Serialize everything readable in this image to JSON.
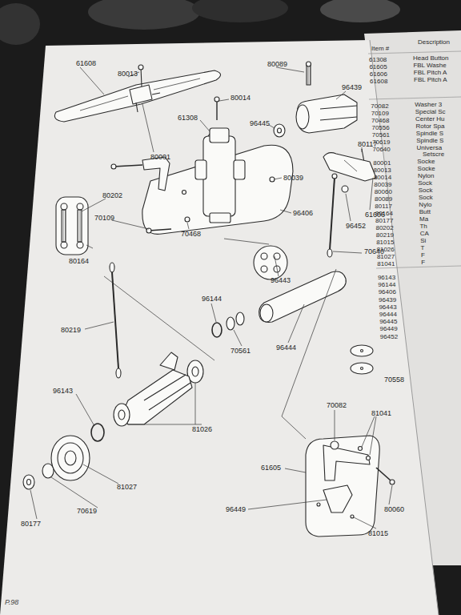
{
  "diagram": {
    "labels": [
      "61608",
      "80013",
      "80001",
      "80014",
      "61308",
      "80089",
      "96439",
      "96445",
      "80039",
      "80117",
      "80202",
      "70109",
      "96406",
      "61606",
      "96452",
      "80164",
      "70468",
      "70640",
      "96443",
      "96144",
      "80219",
      "96444",
      "70561",
      "70558",
      "96143",
      "81026",
      "70082",
      "81041",
      "61605",
      "81027",
      "96449",
      "80060",
      "81015",
      "70619",
      "80177",
      "P.98",
      "Item #",
      "Description",
      "61308",
      "Head Button",
      "61605",
      "FBL Washe",
      "61606",
      "FBL Pitch A",
      "61608",
      "FBL Pitch A",
      "70082",
      "Washer 3",
      "70109",
      "Special Sc",
      "70468",
      "Center Hu",
      "70556",
      "Rotor Spa",
      "70561",
      "Spindle S",
      "70619",
      "Spindle S",
      "70640",
      "Universa",
      "Setscre",
      "80001",
      "Socke",
      "80013",
      "Socke",
      "80014",
      "Nylon",
      "80039",
      "Sock",
      "80060",
      "Sock",
      "80089",
      "Sock",
      "80117",
      "Nylo",
      "80164",
      "Butt",
      "80177",
      "Ma",
      "80202",
      "Th",
      "80219",
      "CA",
      "81015",
      "Si",
      "81026",
      "T",
      "81027",
      "F",
      "81041",
      "F",
      "96143",
      "96144",
      "96406",
      "96439",
      "96443",
      "96444",
      "96445",
      "96449",
      "96452"
    ]
  }
}
